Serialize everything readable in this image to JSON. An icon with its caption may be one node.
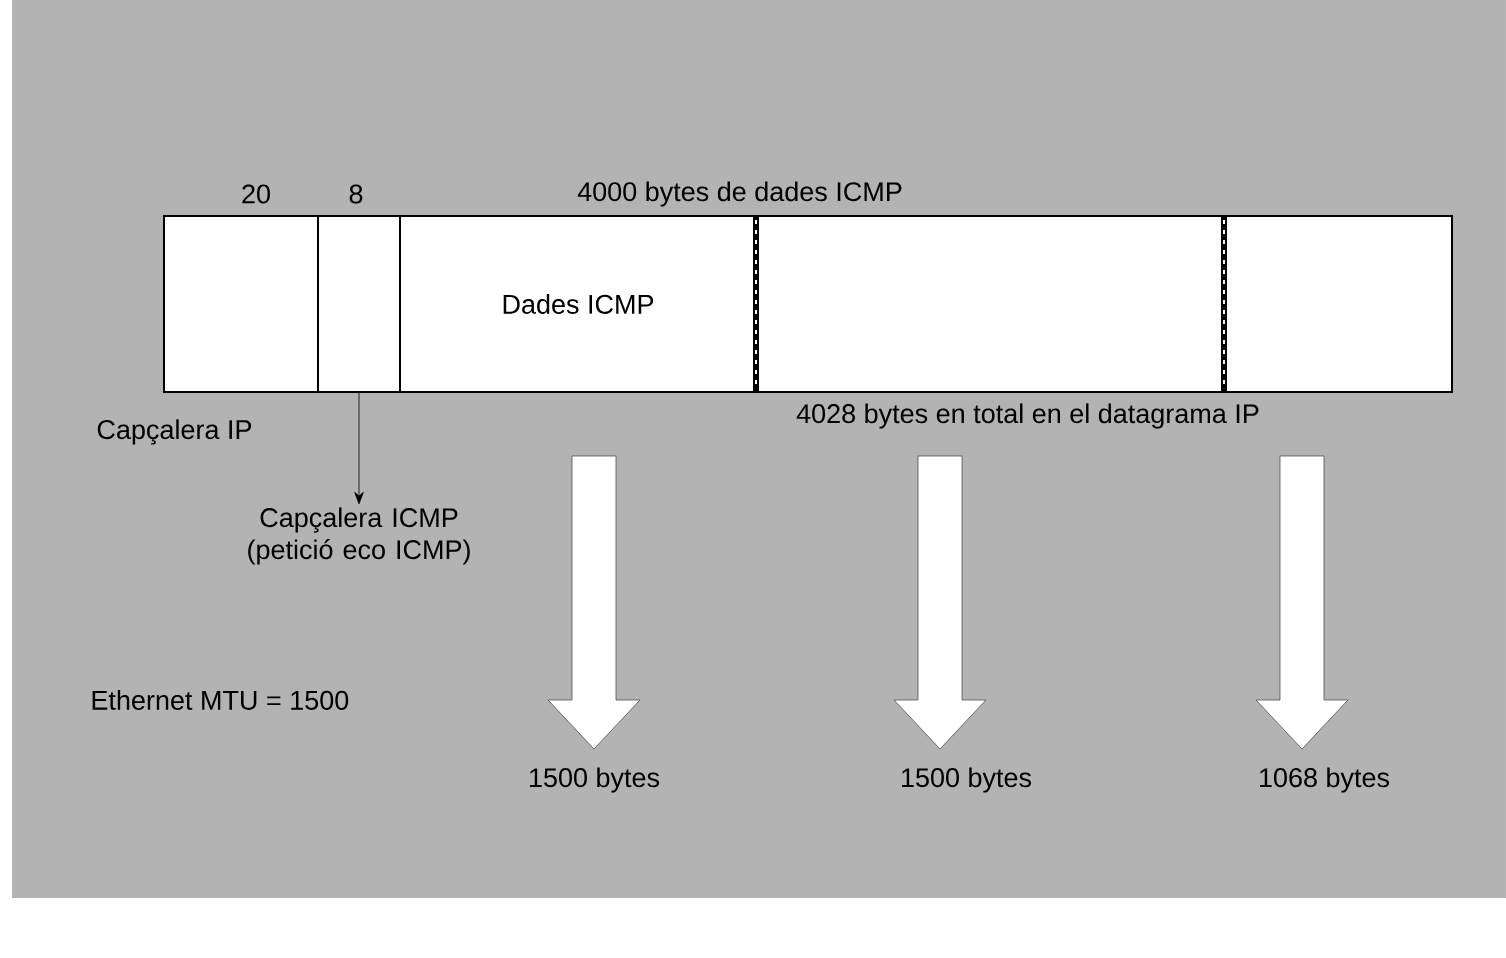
{
  "diagram": {
    "nodes": [
      {
        "text": [],
        "shape": "box"
      },
      {
        "text": [],
        "shape": "box"
      },
      {
        "text": [
          "Dades ICMP"
        ]
      },
      {
        "text": [],
        "shape": "box"
      },
      {
        "text": [],
        "shape": "box"
      },
      {
        "text": [
          "Capçalera ICMP (petició eco ICMP)"
        ]
      },
      {
        "text": [
          "1500 bytes"
        ]
      },
      {
        "text": [
          "1500 bytes"
        ]
      },
      {
        "text": [
          "1068 bytes"
        ]
      }
    ],
    "edges": [
      {
        "from": 1,
        "to": 5,
        "arrow": "to"
      },
      {
        "from": null,
        "to": 6,
        "arrow": "to",
        "style": "thick"
      },
      {
        "from": null,
        "to": 7,
        "arrow": "to",
        "style": "thick"
      },
      {
        "from": null,
        "to": 8,
        "arrow": "to",
        "style": "thick"
      }
    ],
    "labels": [
      "20",
      "8",
      "4000 bytes de dades ICMP",
      "Capçalera IP",
      "4028 bytes en total en el datagrama IP",
      "Ethernet  MTU = 1500"
    ]
  }
}
